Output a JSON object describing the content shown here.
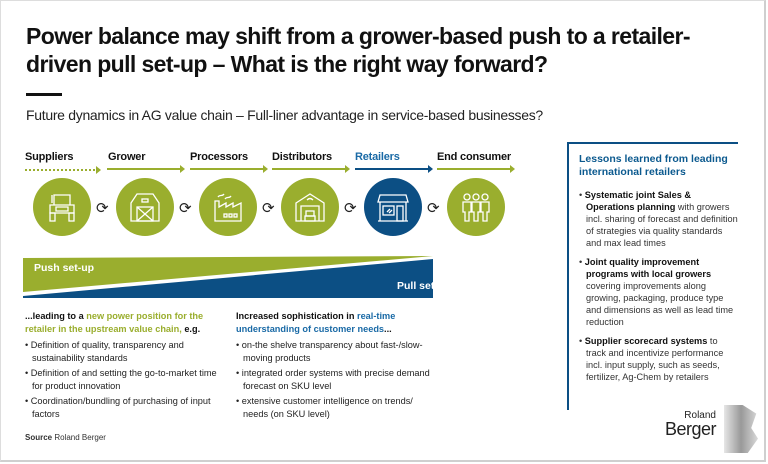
{
  "title": "Power balance may shift from a grower-based push to a retailer-driven pull set-up – What is the right way forward?",
  "subtitle": "Future dynamics in AG value chain – Full-liner advantage in service-based businesses?",
  "stages": [
    {
      "label": "Suppliers",
      "icon": "tractor-icon"
    },
    {
      "label": "Grower",
      "icon": "barn-icon"
    },
    {
      "label": "Processors",
      "icon": "factory-icon"
    },
    {
      "label": "Distributors",
      "icon": "warehouse-icon"
    },
    {
      "label": "Retailers",
      "icon": "store-icon"
    },
    {
      "label": "End consumer",
      "icon": "people-icon"
    }
  ],
  "wedge": {
    "push": "Push set-up",
    "pull": "Pull set-up"
  },
  "left_col": {
    "h_pre": "...leading to a ",
    "h_hl": "new power position for the retailer in the upstream value chain,",
    "h_post": " e.g.",
    "items": [
      "Definition of quality, transparency and sustainability standards",
      "Definition of and setting the go-to-market time for product innovation",
      "Coordination/bundling of purchasing of input factors"
    ]
  },
  "right_col": {
    "h_pre": "Increased sophistication in ",
    "h_hl": "real-time understanding of customer needs",
    "h_post": "...",
    "items": [
      "on-the shelve transparency about fast-/slow-moving products",
      "integrated order systems with precise demand forecast on SKU level",
      "extensive customer intelligence on trends/ needs (on SKU level)"
    ]
  },
  "panel": {
    "title": "Lessons learned from leading international retailers",
    "items": [
      {
        "bold": "Systematic joint Sales & Operations planning",
        "text": " with growers incl. sharing of forecast and definition of strategies via quality standards and max lead times"
      },
      {
        "bold": "Joint quality improvement programs with local growers",
        "text": " covering improvements along growing, packaging, produce type and dimensions as well as lead time reduction"
      },
      {
        "bold": "Supplier scorecard systems",
        "text": " to track and incentivize performance incl. input supply, such as seeds, fertilizer, Ag-Chem by retailers"
      }
    ]
  },
  "source": {
    "label": "Source",
    "value": " Roland Berger"
  },
  "logo": {
    "line1": "Roland",
    "line2": "Berger"
  },
  "colors": {
    "green": "#9aae2e",
    "blue": "#0c4f84"
  }
}
